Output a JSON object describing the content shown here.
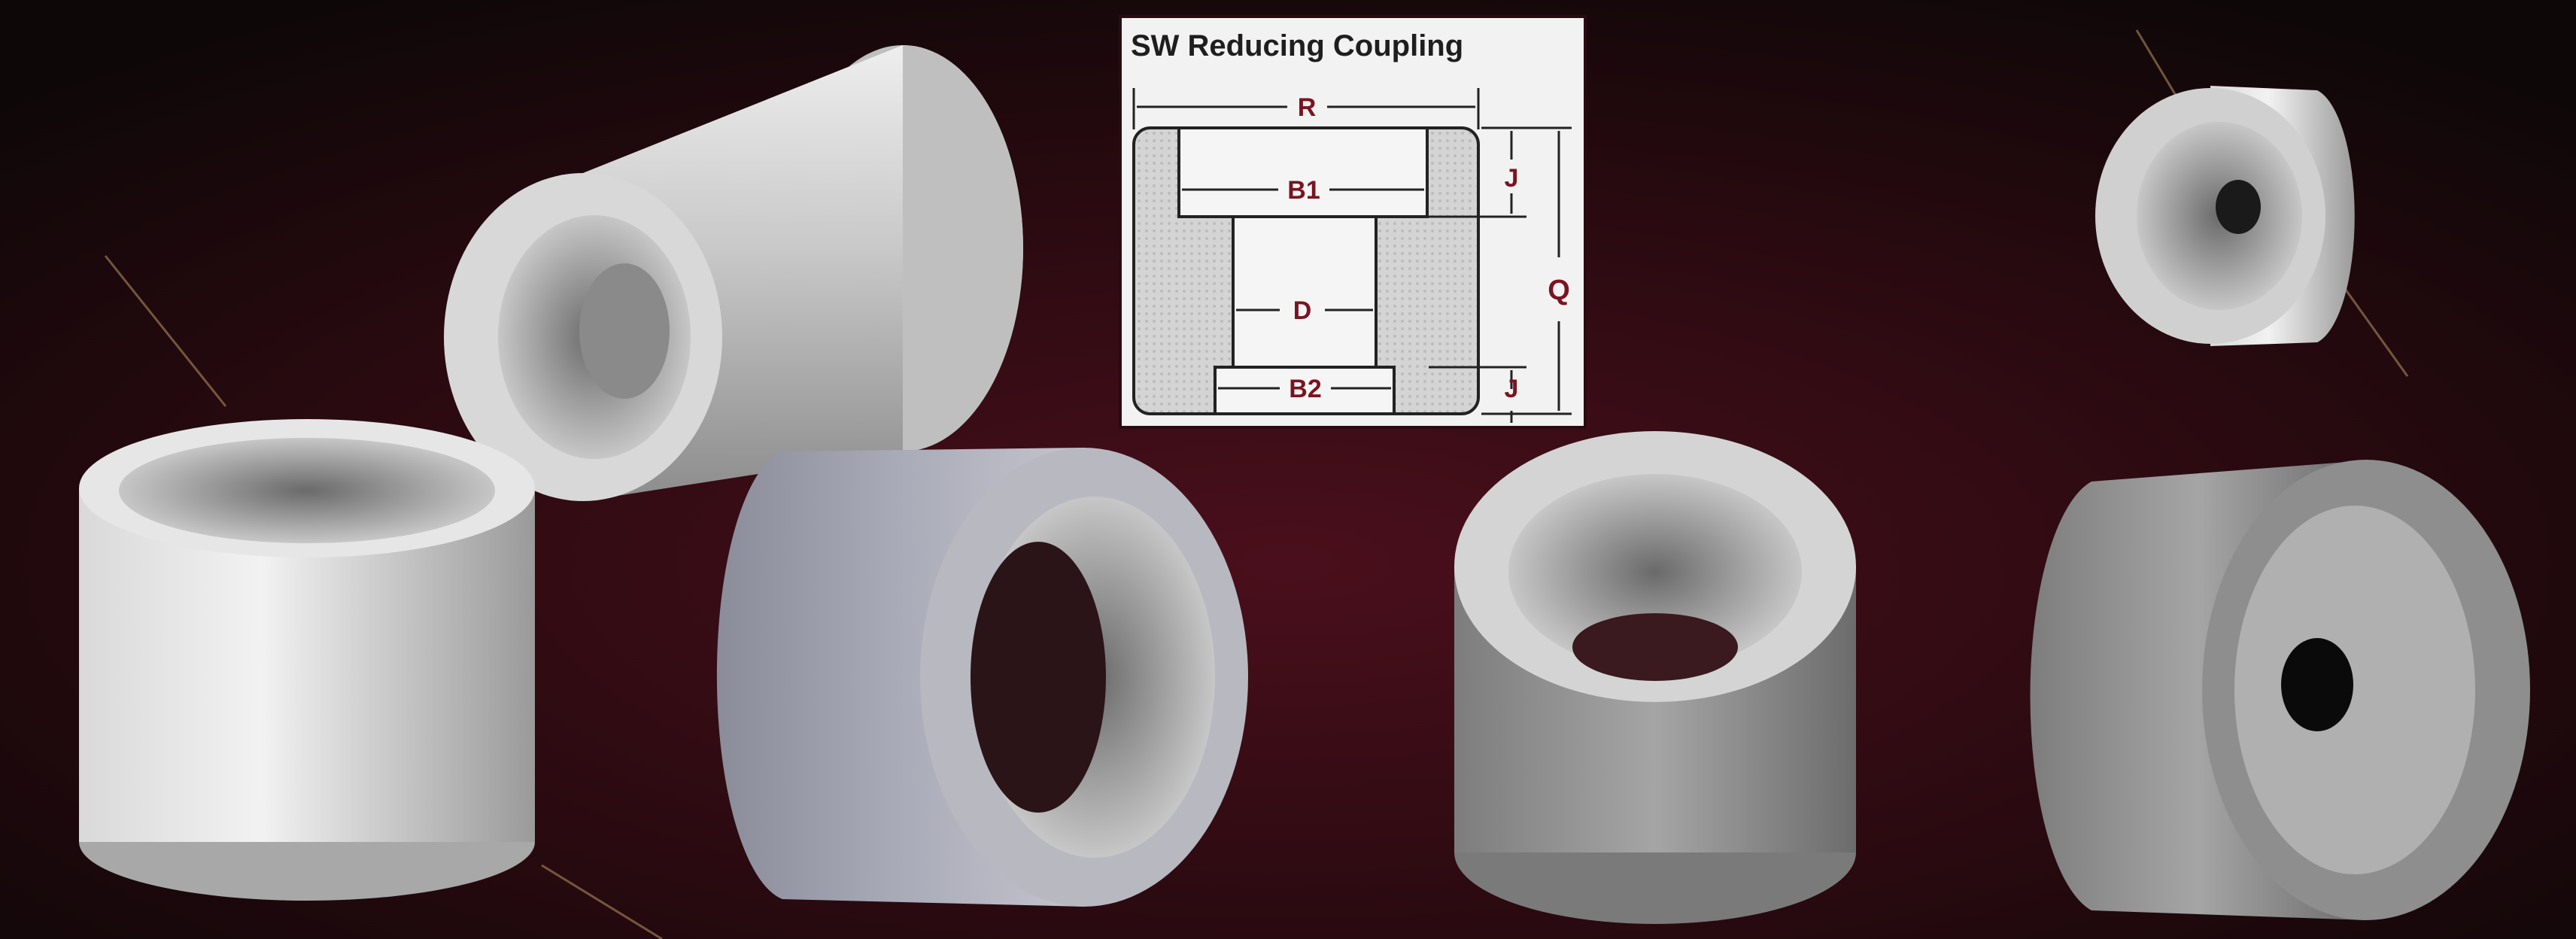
{
  "diagram": {
    "title": "SW Reducing Coupling",
    "labels": {
      "r": "R",
      "b1": "B1",
      "d": "D",
      "b2": "B2",
      "j_top": "J",
      "j_bottom": "J",
      "q": "Q"
    }
  },
  "colors": {
    "background": "#3a0d16",
    "label": "#7a1420",
    "metal": "#c9c9c9"
  }
}
